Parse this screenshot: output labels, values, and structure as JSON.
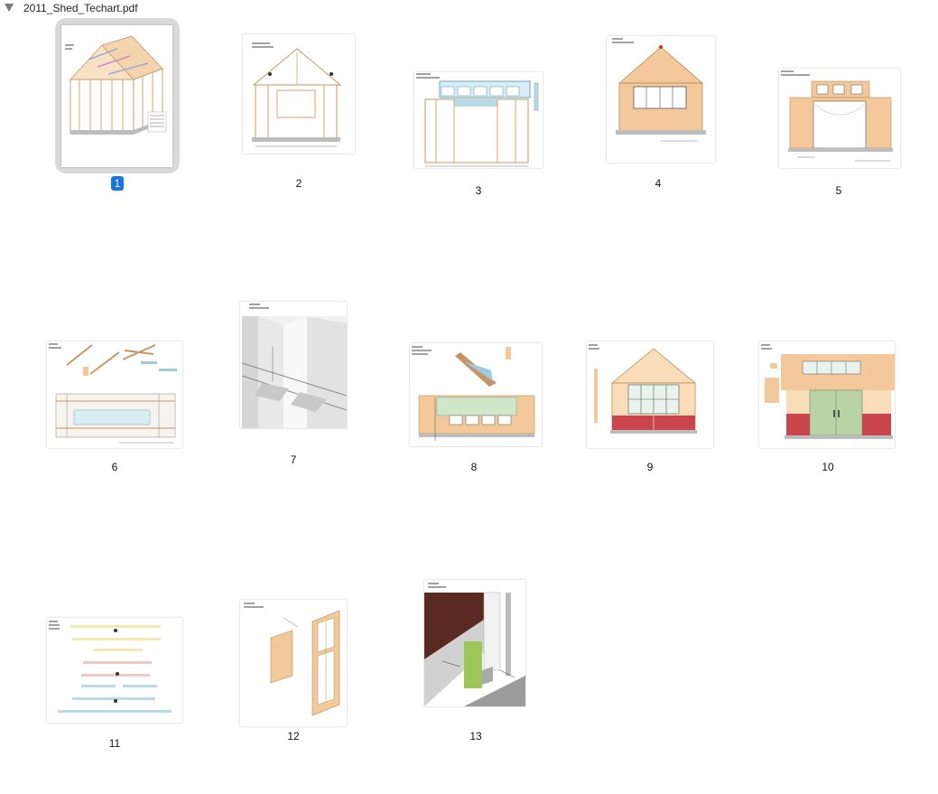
{
  "document": {
    "filename": "2011_Shed_Techart.pdf",
    "selected_page": "1"
  },
  "icons": {
    "disclosure": "disclosure-triangle-down-icon"
  },
  "colors": {
    "selection_frame": "#d9d9d9",
    "selection_badge": "#1b73e8",
    "wood": "#f5cf9e",
    "sheathing": "#f3c89a",
    "glass": "#b9dbe6",
    "red_siding": "#c8464b",
    "green_door": "#b9d3a4",
    "dark_roof": "#5a2a22"
  },
  "pages": [
    {
      "label": "1"
    },
    {
      "label": "2"
    },
    {
      "label": "3"
    },
    {
      "label": "4"
    },
    {
      "label": "5"
    },
    {
      "label": "6"
    },
    {
      "label": "7"
    },
    {
      "label": "8"
    },
    {
      "label": "9"
    },
    {
      "label": "10"
    },
    {
      "label": "11"
    },
    {
      "label": "12"
    },
    {
      "label": "13"
    }
  ]
}
